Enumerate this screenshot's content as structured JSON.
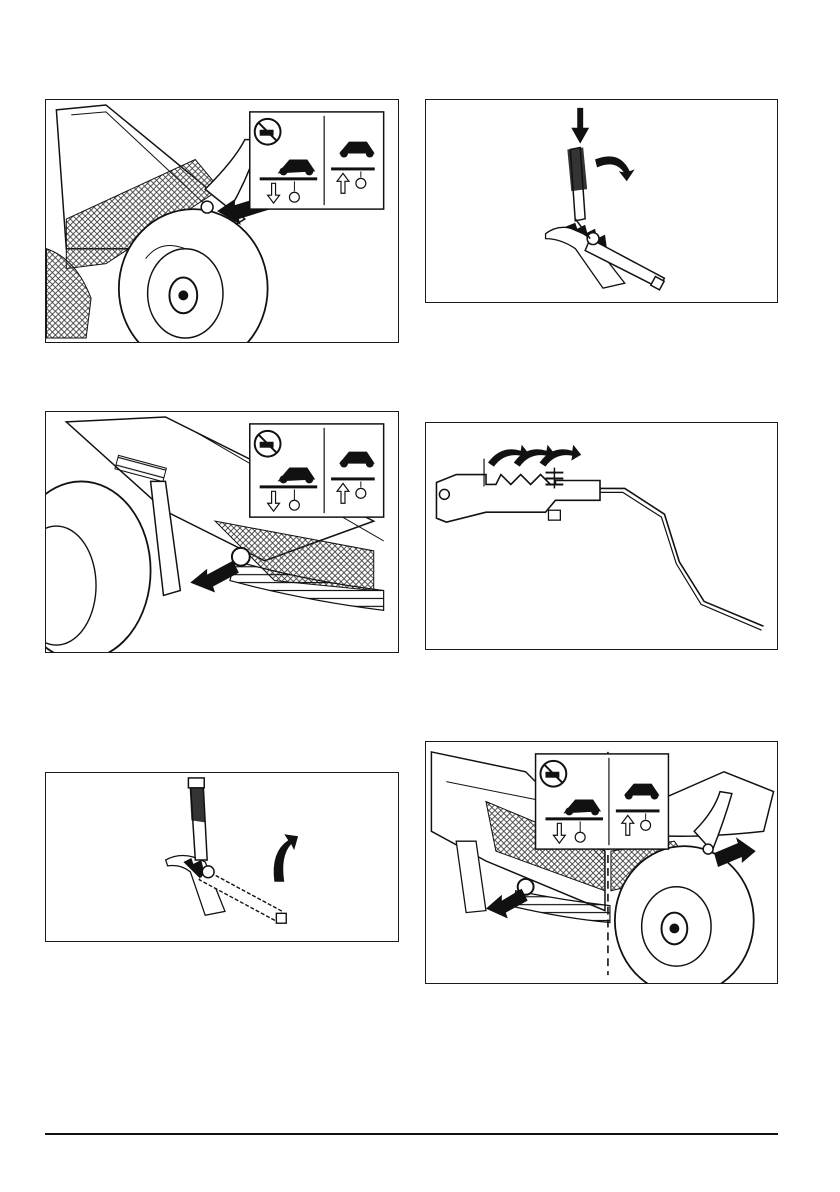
{
  "figures": [
    {
      "id": "fig1",
      "icons": [
        "wheel-hub",
        "mesh-guard",
        "pointer-arrow",
        "height-decal"
      ]
    },
    {
      "id": "fig2",
      "icons": [
        "lever",
        "push-arrow",
        "rotate-arrow"
      ]
    },
    {
      "id": "fig3",
      "icons": [
        "wheel",
        "spring",
        "mesh-guard",
        "pointer-arrow",
        "height-decal"
      ]
    },
    {
      "id": "fig4",
      "icons": [
        "notched-bracket",
        "spring",
        "rod",
        "curved-arrows"
      ]
    },
    {
      "id": "fig5",
      "icons": [
        "lever",
        "rotate-arrow"
      ]
    },
    {
      "id": "fig6",
      "icons": [
        "wheel-hub",
        "mesh-guard",
        "pointer-arrow",
        "height-decal",
        "divider-dashed"
      ]
    }
  ],
  "decal": {
    "line_color": "#111111",
    "icons": [
      "no-mower-icon",
      "mower-down-icon",
      "mower-up-icon",
      "down-arrow-icon",
      "up-arrow-icon"
    ]
  },
  "colors": {
    "ink": "#111111",
    "mesh": "#333333",
    "paper": "#ffffff"
  }
}
